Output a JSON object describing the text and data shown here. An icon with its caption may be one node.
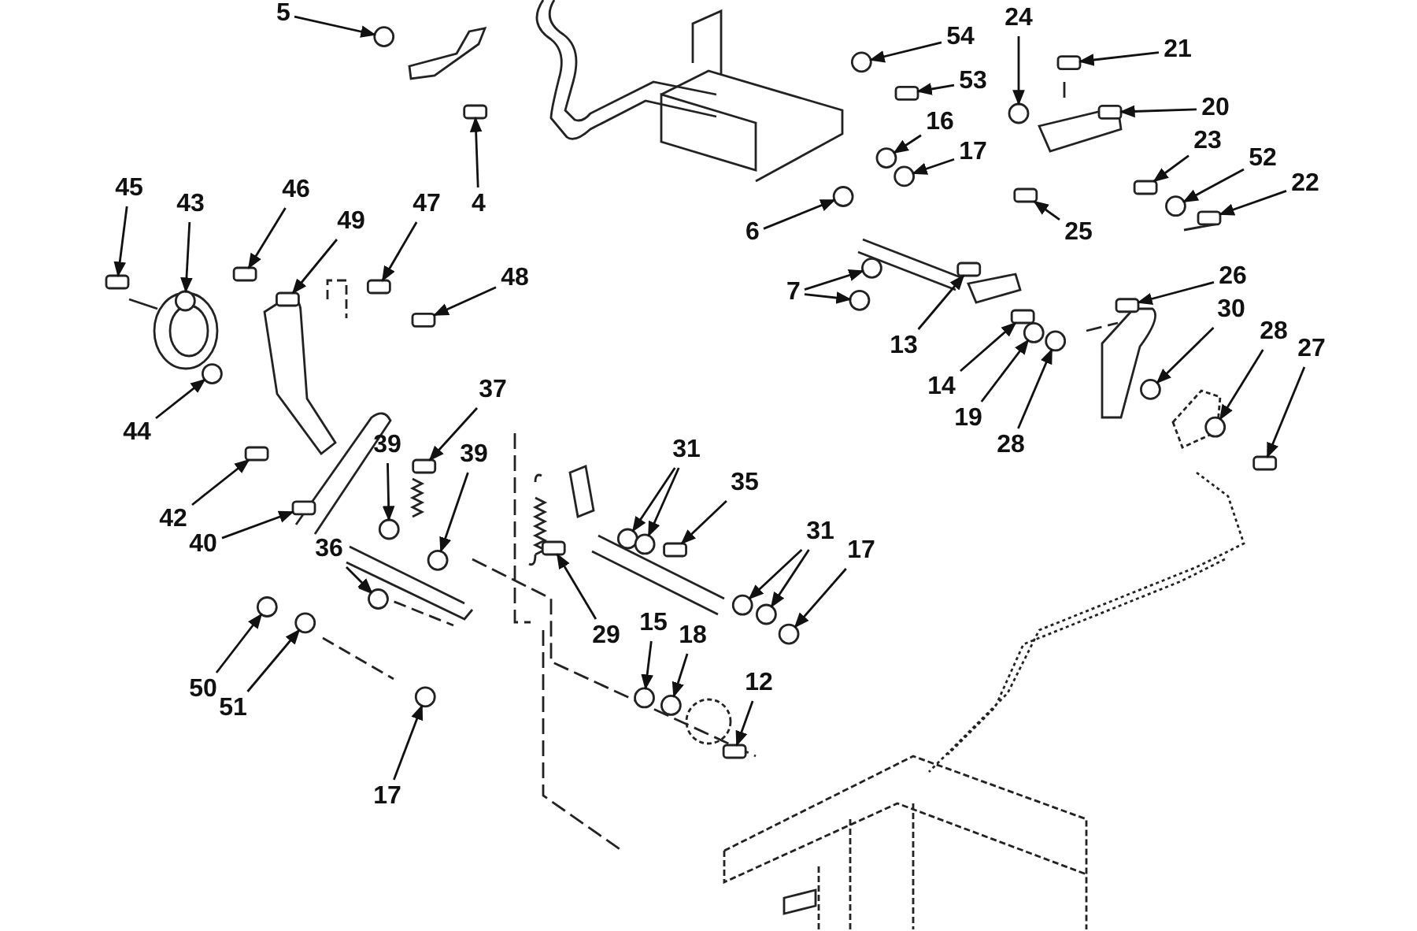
{
  "diagram": {
    "nodes": [
      {
        "text": [
          "5"
        ]
      },
      {
        "text": [
          "24"
        ]
      },
      {
        "text": [
          "54"
        ]
      },
      {
        "text": [
          "21"
        ]
      },
      {
        "text": [
          "53"
        ]
      },
      {
        "text": [
          "20"
        ]
      },
      {
        "text": [
          "16"
        ]
      },
      {
        "text": [
          "23"
        ]
      },
      {
        "text": [
          "17"
        ]
      },
      {
        "text": [
          "52"
        ]
      },
      {
        "text": [
          "22"
        ]
      },
      {
        "text": [
          "45"
        ]
      },
      {
        "text": [
          "46"
        ]
      },
      {
        "text": [
          "4"
        ]
      },
      {
        "text": [
          "43"
        ]
      },
      {
        "text": [
          "47"
        ]
      },
      {
        "text": [
          "49"
        ]
      },
      {
        "text": [
          "6"
        ]
      },
      {
        "text": [
          "25"
        ]
      },
      {
        "text": [
          "26"
        ]
      },
      {
        "text": [
          "48"
        ]
      },
      {
        "text": [
          "7"
        ]
      },
      {
        "text": [
          "30"
        ]
      },
      {
        "text": [
          "28"
        ]
      },
      {
        "text": [
          "13"
        ]
      },
      {
        "text": [
          "27"
        ]
      },
      {
        "text": [
          "14"
        ]
      },
      {
        "text": [
          "37"
        ]
      },
      {
        "text": [
          "19"
        ]
      },
      {
        "text": [
          "44"
        ]
      },
      {
        "text": [
          "39"
        ]
      },
      {
        "text": [
          "28"
        ]
      },
      {
        "text": [
          "31"
        ]
      },
      {
        "text": [
          "39"
        ]
      },
      {
        "text": [
          "35"
        ]
      },
      {
        "text": [
          "42"
        ]
      },
      {
        "text": [
          "31"
        ]
      },
      {
        "text": [
          "40"
        ]
      },
      {
        "text": [
          "36"
        ]
      },
      {
        "text": [
          "17"
        ]
      },
      {
        "text": [
          "15"
        ]
      },
      {
        "text": [
          "29"
        ]
      },
      {
        "text": [
          "18"
        ]
      },
      {
        "text": [
          "12"
        ]
      },
      {
        "text": [
          "50"
        ]
      },
      {
        "text": [
          "51"
        ]
      },
      {
        "text": [
          "17"
        ]
      },
      {
        "text": [],
        "shape": "circle"
      },
      {
        "text": [],
        "shape": "circle"
      },
      {
        "text": [],
        "shape": "circle"
      },
      {
        "text": [],
        "shape": "box"
      },
      {
        "text": [],
        "shape": "box"
      },
      {
        "text": [],
        "shape": "box"
      },
      {
        "text": [],
        "shape": "circle"
      },
      {
        "text": [],
        "shape": "box"
      },
      {
        "text": [],
        "shape": "circle"
      },
      {
        "text": [],
        "shape": "circle"
      },
      {
        "text": [],
        "shape": "box"
      },
      {
        "text": [],
        "shape": "box"
      },
      {
        "text": [],
        "shape": "box"
      },
      {
        "text": [],
        "shape": "box"
      },
      {
        "text": [],
        "shape": "circle"
      },
      {
        "text": [],
        "shape": "box"
      },
      {
        "text": [],
        "shape": "box"
      },
      {
        "text": [],
        "shape": "circle"
      },
      {
        "text": [],
        "shape": "box"
      },
      {
        "text": [],
        "shape": "box"
      },
      {
        "text": [],
        "shape": "box"
      },
      {
        "text": [],
        "shape": "circle"
      },
      {
        "text": [],
        "shape": "circle"
      },
      {
        "text": [],
        "shape": "circle"
      },
      {
        "text": [],
        "shape": "circle"
      },
      {
        "text": [],
        "shape": "box"
      },
      {
        "text": [],
        "shape": "box"
      },
      {
        "text": [],
        "shape": "box"
      },
      {
        "text": [],
        "shape": "box"
      },
      {
        "text": [],
        "shape": "circle"
      },
      {
        "text": [],
        "shape": "circle"
      },
      {
        "text": [],
        "shape": "circle"
      },
      {
        "text": [],
        "shape": "circle"
      },
      {
        "text": [],
        "shape": "circle"
      },
      {
        "text": [],
        "shape": "circle"
      },
      {
        "text": [],
        "shape": "circle"
      },
      {
        "text": [],
        "shape": "box"
      },
      {
        "text": [],
        "shape": "box"
      },
      {
        "text": [],
        "shape": "circle"
      },
      {
        "text": [],
        "shape": "circle"
      },
      {
        "text": [],
        "shape": "box"
      },
      {
        "text": [],
        "shape": "circle"
      },
      {
        "text": [],
        "shape": "circle"
      },
      {
        "text": [],
        "shape": "circle"
      },
      {
        "text": [],
        "shape": "box"
      },
      {
        "text": [],
        "shape": "circle"
      },
      {
        "text": [],
        "shape": "box"
      },
      {
        "text": [],
        "shape": "circle"
      },
      {
        "text": [],
        "shape": "circle"
      },
      {
        "text": [],
        "shape": "circle"
      }
    ],
    "edges": [
      {
        "from": 0,
        "to": 47,
        "arrow": "to"
      },
      {
        "from": 1,
        "to": 48,
        "arrow": "to"
      },
      {
        "from": 2,
        "to": 49,
        "arrow": "to"
      },
      {
        "from": 3,
        "to": 50,
        "arrow": "to"
      },
      {
        "from": 4,
        "to": 51,
        "arrow": "to"
      },
      {
        "from": 5,
        "to": 52,
        "arrow": "to"
      },
      {
        "from": 6,
        "to": 53,
        "arrow": "to"
      },
      {
        "from": 7,
        "to": 54,
        "arrow": "to"
      },
      {
        "from": 8,
        "to": 55,
        "arrow": "to"
      },
      {
        "from": 9,
        "to": 56,
        "arrow": "to"
      },
      {
        "from": 10,
        "to": 57,
        "arrow": "to"
      },
      {
        "from": 11,
        "to": 58,
        "arrow": "to"
      },
      {
        "from": 12,
        "to": 59,
        "arrow": "to"
      },
      {
        "from": 13,
        "to": 60,
        "arrow": "to"
      },
      {
        "from": 14,
        "to": 61,
        "arrow": "to"
      },
      {
        "from": 15,
        "to": 62,
        "arrow": "to"
      },
      {
        "from": 16,
        "to": 63,
        "arrow": "to"
      },
      {
        "from": 17,
        "to": 64,
        "arrow": "to"
      },
      {
        "from": 18,
        "to": 65,
        "arrow": "to"
      },
      {
        "from": 19,
        "to": 66,
        "arrow": "to"
      },
      {
        "from": 20,
        "to": 67,
        "arrow": "to"
      },
      {
        "from": 21,
        "to": 68,
        "arrow": "to"
      },
      {
        "from": 21,
        "to": 69,
        "arrow": "to"
      },
      {
        "from": 22,
        "to": 70,
        "arrow": "to"
      },
      {
        "from": 23,
        "to": 71,
        "arrow": "to"
      },
      {
        "from": 24,
        "to": 72,
        "arrow": "to"
      },
      {
        "from": 25,
        "to": 73,
        "arrow": "to"
      },
      {
        "from": 26,
        "to": 74,
        "arrow": "to"
      },
      {
        "from": 27,
        "to": 75,
        "arrow": "to"
      },
      {
        "from": 28,
        "to": 76,
        "arrow": "to"
      },
      {
        "from": 29,
        "to": 77,
        "arrow": "to"
      },
      {
        "from": 30,
        "to": 78,
        "arrow": "to"
      },
      {
        "from": 31,
        "to": 79,
        "arrow": "to"
      },
      {
        "from": 32,
        "to": 80,
        "arrow": "to"
      },
      {
        "from": 32,
        "to": 81,
        "arrow": "to"
      },
      {
        "from": 33,
        "to": 82,
        "arrow": "to"
      },
      {
        "from": 34,
        "to": 83,
        "arrow": "to"
      },
      {
        "from": 35,
        "to": 84,
        "arrow": "to"
      },
      {
        "from": 36,
        "to": 85,
        "arrow": "to"
      },
      {
        "from": 36,
        "to": 86,
        "arrow": "to"
      },
      {
        "from": 37,
        "to": 87,
        "arrow": "to"
      },
      {
        "from": 38,
        "to": 88,
        "arrow": "to"
      },
      {
        "from": 39,
        "to": 89,
        "arrow": "to"
      },
      {
        "from": 40,
        "to": 90,
        "arrow": "to"
      },
      {
        "from": 41,
        "to": 91,
        "arrow": "to"
      },
      {
        "from": 42,
        "to": 92,
        "arrow": "to"
      },
      {
        "from": 43,
        "to": 93,
        "arrow": "to"
      },
      {
        "from": 44,
        "to": 94,
        "arrow": "to"
      },
      {
        "from": 45,
        "to": 95,
        "arrow": "to"
      },
      {
        "from": 46,
        "to": 96,
        "arrow": "to"
      }
    ]
  }
}
